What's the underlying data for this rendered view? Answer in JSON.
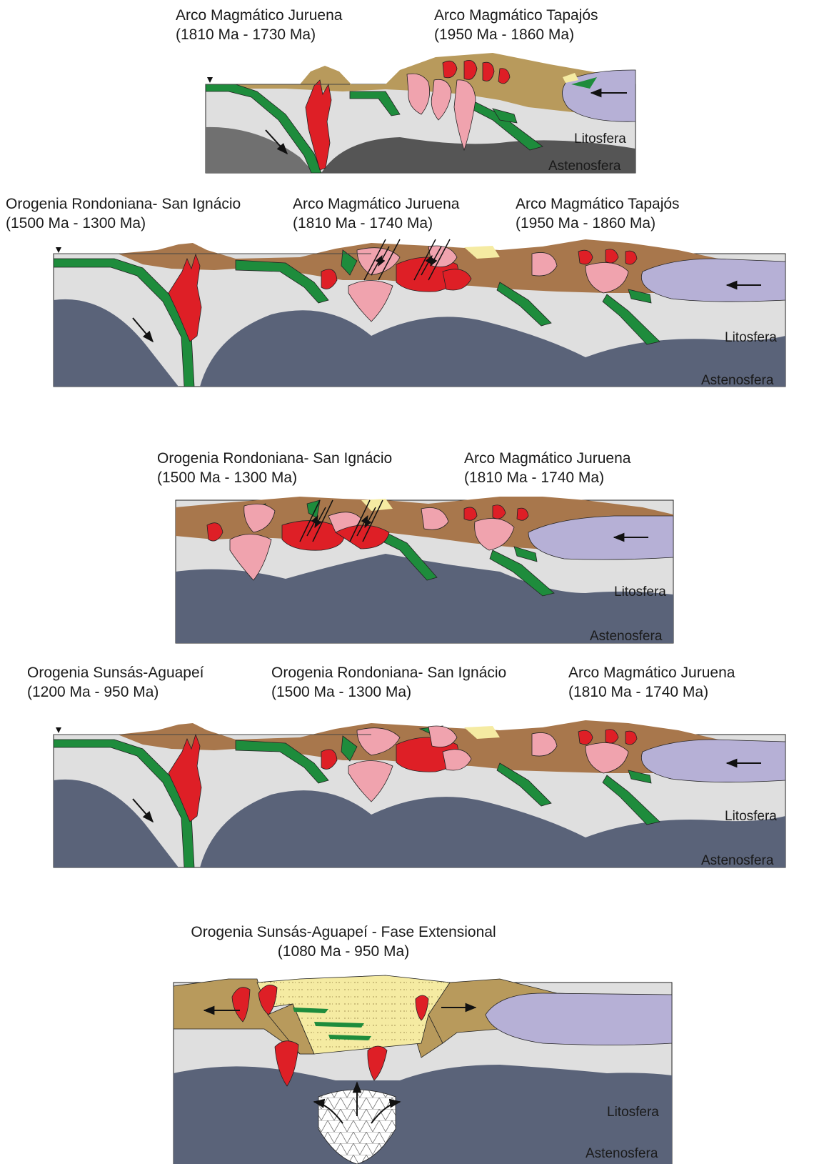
{
  "panels": [
    {
      "labels": [
        {
          "name": "Arco Magmático Juruena",
          "age": "(1810 Ma - 1730 Ma)"
        },
        {
          "name": "Arco Magmático Tapajós",
          "age": "(1950 Ma - 1860 Ma)"
        }
      ]
    },
    {
      "labels": [
        {
          "name": "Orogenia Rondoniana- San Ignácio",
          "age": "(1500 Ma - 1300 Ma)"
        },
        {
          "name": "Arco Magmático Juruena",
          "age": "(1810 Ma - 1740 Ma)"
        },
        {
          "name": "Arco Magmático Tapajós",
          "age": "(1950 Ma - 1860 Ma)"
        }
      ]
    },
    {
      "labels": [
        {
          "name": "Orogenia Rondoniana- San Ignácio",
          "age": "(1500 Ma - 1300 Ma)"
        },
        {
          "name": "Arco Magmático Juruena",
          "age": "(1810 Ma - 1740 Ma)"
        }
      ]
    },
    {
      "labels": [
        {
          "name": "Orogenia Sunsás-Aguapeí",
          "age": "(1200 Ma - 950 Ma)"
        },
        {
          "name": "Orogenia Rondoniana- San Ignácio",
          "age": "(1500 Ma - 1300 Ma)"
        },
        {
          "name": "Arco Magmático Juruena",
          "age": "(1810 Ma - 1740 Ma)"
        }
      ]
    },
    {
      "labels": [
        {
          "name": "Orogenia Sunsás-Aguapeí - Fase Extensional",
          "age": "(1080 Ma - 950 Ma)"
        }
      ]
    }
  ],
  "layers": {
    "lithosphere": "Litosfera",
    "asthenosphere": "Astenosfera"
  },
  "colors": {
    "lithosphere": "#dfdfdf",
    "asthenosphere": "#5a6379",
    "crust_brown": "#a8774c",
    "crust_tan": "#b89a5c",
    "oceanic_green": "#1e8c3c",
    "granite_red": "#de1f26",
    "granite_pink": "#f0a3ae",
    "craton_lilac": "#b6b0d6",
    "sediment_yellow": "#f5eba2"
  }
}
